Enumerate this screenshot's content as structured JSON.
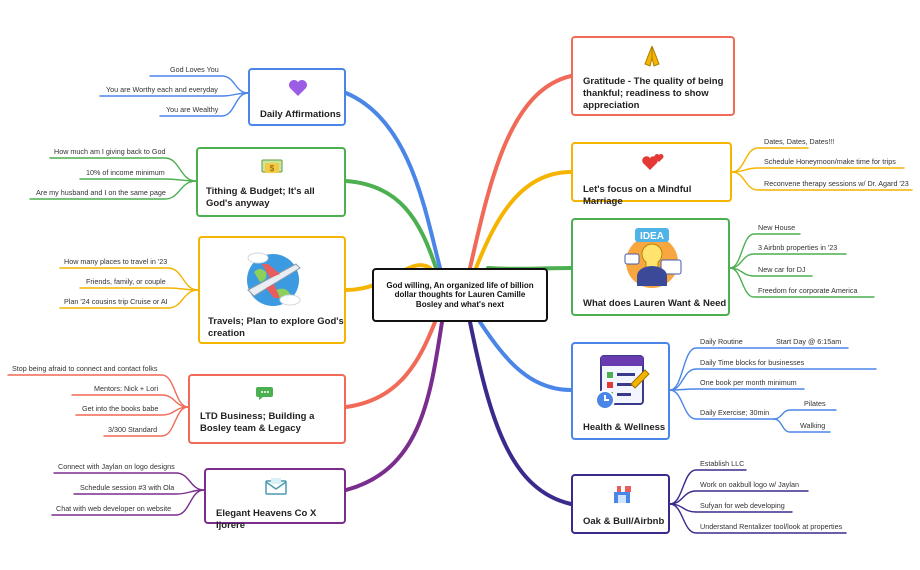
{
  "center": {
    "text": "God willing, An organized life of billion dollar thoughts for Lauren Camille Bosley and what's next"
  },
  "colors": {
    "affirm": "#4a86e8",
    "tithing": "#4caf50",
    "travel": "#f4b400",
    "ltd": "#f06a57",
    "elegant": "#7b2d8e",
    "gratitude": "#f06a57",
    "marriage": "#f4b400",
    "want": "#4caf50",
    "health": "#4a86e8",
    "oak": "#3a2a8c"
  },
  "left": {
    "affirm": {
      "title": "Daily Affirmations",
      "icon": "purple-heart-icon",
      "items": [
        "God Loves You",
        "You are Worthy each and everyday",
        "You are Wealthy"
      ]
    },
    "tithing": {
      "title": "Tithing & Budget; It's all God's anyway",
      "icon": "money-icon",
      "items": [
        "How much am I giving back to God",
        "10% of income minimum",
        "Are my husband and I on the same page"
      ]
    },
    "travel": {
      "title": "Travels; Plan to explore God's creation",
      "icon": "airplane-globe-icon",
      "items": [
        "How many places to travel in '23",
        "Friends, family, or couple",
        "Plan '24 cousins trip Cruise or AI"
      ]
    },
    "ltd": {
      "title": "LTD Business; Building a Bosley team & Legacy",
      "icon": "chat-bubbles-icon",
      "items": [
        "Stop being afraid to connect and contact folks",
        "Mentors: Nick + Lori",
        "Get into the books babe",
        "3/300 Standard"
      ]
    },
    "elegant": {
      "title": "Elegant Heavens Co X Ijorere",
      "icon": "envelope-icon",
      "items": [
        "Connect with Jaylan on logo designs",
        "Schedule session #3 with Ola",
        "Chat with web developer on website"
      ]
    }
  },
  "right": {
    "gratitude": {
      "title": "Gratitude - The quality of being thankful; readiness to show appreciation",
      "icon": "praying-hands-icon",
      "items": []
    },
    "marriage": {
      "title": "Let's focus on a Mindful Marriage",
      "icon": "hearts-icon",
      "items": [
        "Dates, Dates, Dates!!!",
        "Schedule Honeymoon/make time for trips",
        "Reconvene therapy sessions w/ Dr. Agard '23"
      ]
    },
    "want": {
      "title": "What does Lauren Want & Need",
      "icon": "idea-lightbulb-icon",
      "items": [
        "New House",
        "3 Airbnb properties in '23",
        "New car for DJ",
        "Freedom for corporate America"
      ]
    },
    "health": {
      "title": "Health & Wellness",
      "icon": "planner-checklist-icon",
      "items": [
        "Daily Routine",
        "Daily Time blocks for businesses",
        "One book per month minimum",
        "Daily Exercise; 30min"
      ],
      "sub": {
        "routine": "Start Day @ 6:15am",
        "exercise": [
          "Pilates",
          "Walking"
        ]
      }
    },
    "oak": {
      "title": "Oak & Bull/Airbnb",
      "icon": "storefront-icon",
      "items": [
        "Establish LLC",
        "Work on oakbull logo w/ Jaylan",
        "Sufyan for web developing",
        "Understand Rentalizer tool/look at properties"
      ]
    }
  }
}
